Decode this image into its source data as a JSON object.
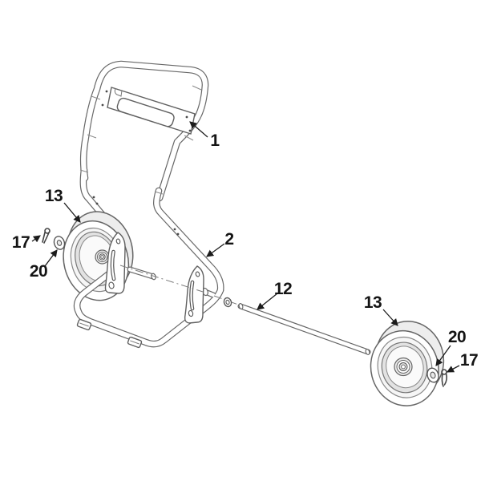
{
  "diagram": {
    "type": "exploded-parts-diagram",
    "subject": "cart-frame-and-wheel-assembly",
    "background_color": "#ffffff",
    "line_color": "#676767",
    "label_color": "#141414",
    "callouts": [
      {
        "label": "1",
        "part": "handle-frame"
      },
      {
        "label": "2",
        "part": "lower-frame"
      },
      {
        "label": "12",
        "part": "axle-rod"
      },
      {
        "label": "13",
        "part": "wheel-left"
      },
      {
        "label": "17",
        "part": "cotter-pin-left"
      },
      {
        "label": "20",
        "part": "washer-left"
      },
      {
        "label": "13",
        "part": "wheel-right"
      },
      {
        "label": "20",
        "part": "washer-right"
      },
      {
        "label": "17",
        "part": "cotter-pin-right"
      }
    ]
  }
}
